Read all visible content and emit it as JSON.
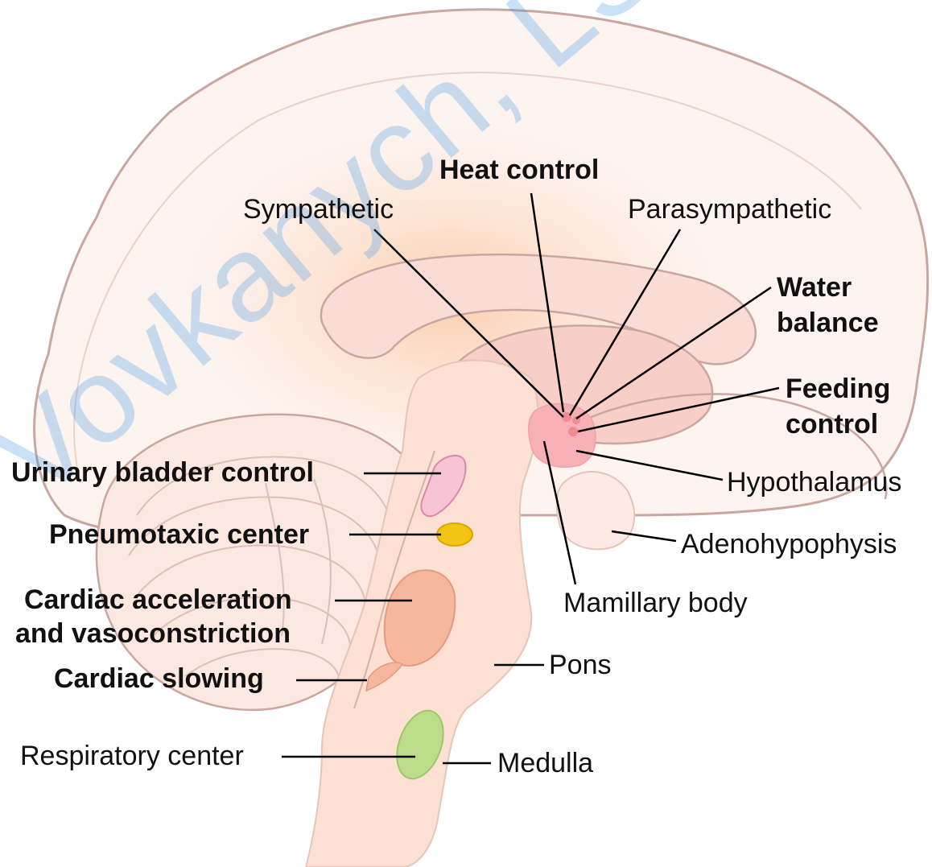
{
  "labels": {
    "heat_control": "Heat control",
    "sympathetic": "Sympathetic",
    "parasympathetic": "Parasympathetic",
    "water_balance_1": "Water",
    "water_balance_2": "balance",
    "feeding_control_1": "Feeding",
    "feeding_control_2": "control",
    "hypothalamus": "Hypothalamus",
    "adenohypophysis": "Adenohypophysis",
    "mamillary_body": "Mamillary body",
    "pons": "Pons",
    "medulla": "Medulla",
    "urinary_bladder_control": "Urinary bladder control",
    "pneumotaxic_center": "Pneumotaxic center",
    "cardiac_acceleration_1": "Cardiac acceleration",
    "cardiac_acceleration_2": "and vasoconstriction",
    "cardiac_slowing": "Cardiac slowing",
    "respiratory_center": "Respiratory center"
  },
  "watermark": "Vovkanych, LSUPhC",
  "colors": {
    "brain_outline": "#c9a7a0",
    "brain_fill": "#fdf2ee",
    "glow": "#fbd2b3",
    "brainstem": "#fbe0d3",
    "hypothalamus": "#f7b0b6",
    "urinary_bladder": "#f6c4d4",
    "pneumotaxic": "#f2c413",
    "cardiac": "#f7b79d",
    "respiratory": "#bcdc8a",
    "leader_line": "#000000"
  }
}
